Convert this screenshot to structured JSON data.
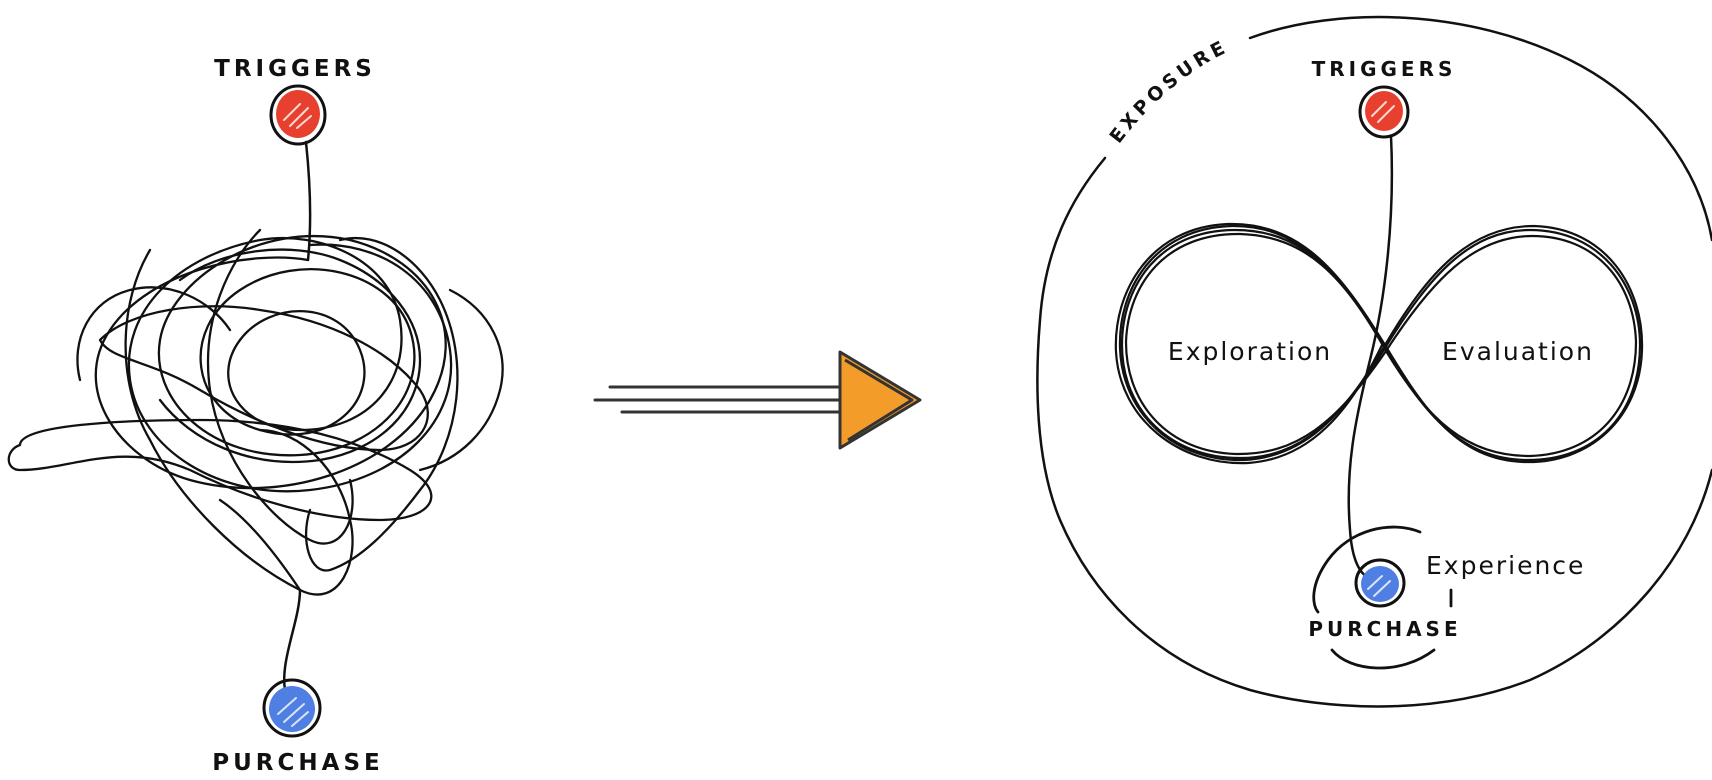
{
  "left_diagram": {
    "top_label": "TRIGGERS",
    "bottom_label": "PURCHASE"
  },
  "right_diagram": {
    "circle_label": "EXPOSURE",
    "top_label": "TRIGGERS",
    "loop_left_label": "Exploration",
    "loop_right_label": "Evaluation",
    "experience_label": "Experience",
    "bottom_label": "PURCHASE"
  },
  "colors": {
    "trigger_dot": "#e8402e",
    "purchase_dot": "#4f7fe3",
    "arrow_fill": "#f39c2a",
    "ink": "#111111"
  },
  "icons": {
    "trigger": "red-dot-icon",
    "purchase": "blue-dot-icon",
    "transition": "orange-arrow-icon"
  }
}
